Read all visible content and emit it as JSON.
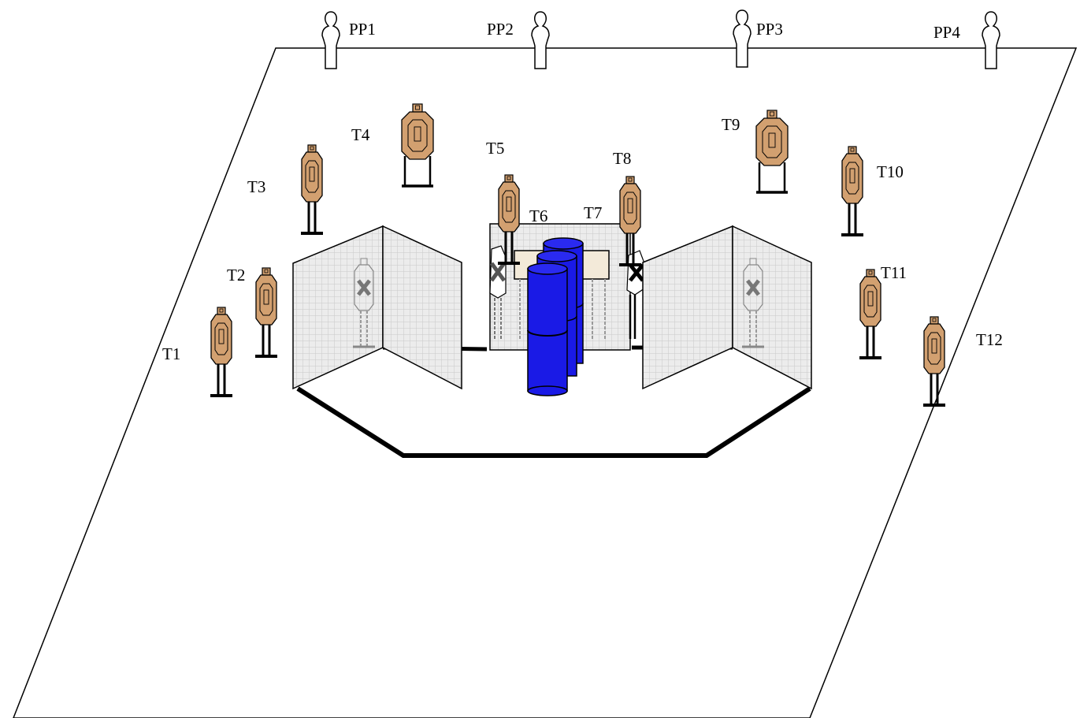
{
  "labels": {
    "pp1": "PP1",
    "pp2": "PP2",
    "pp3": "PP3",
    "pp4": "PP4",
    "t1": "T1",
    "t2": "T2",
    "t3": "T3",
    "t4": "T4",
    "t5": "T5",
    "t6": "T6",
    "t7": "T7",
    "t8": "T8",
    "t9": "T9",
    "t10": "T10",
    "t11": "T11",
    "t12": "T12"
  },
  "colors": {
    "target_fill": "#d2a070",
    "barrel_fill": "#1a1ae6",
    "wall_fill": "#e8e8e8",
    "outline": "#000000"
  },
  "icons": {
    "popper": "silhouette-popper-icon",
    "cardboard_target": "cardboard-target-icon",
    "no_shoot": "no-shoot-target-icon",
    "barrel": "barrel-icon"
  }
}
